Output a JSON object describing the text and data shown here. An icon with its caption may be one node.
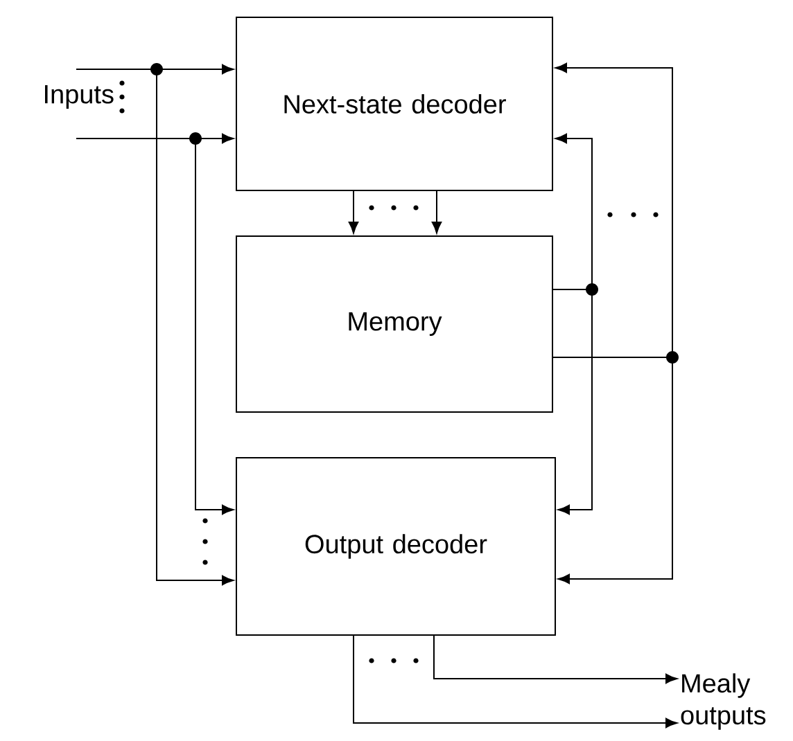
{
  "diagram": {
    "nodes": [
      {
        "text": [
          "Next-state decoder"
        ]
      },
      {
        "text": [
          "Memory"
        ]
      },
      {
        "text": [
          "Output decoder"
        ]
      },
      {
        "text": [
          "Mealy outputs"
        ]
      }
    ],
    "edges": [
      {
        "from": null,
        "to": 0,
        "arrow": "to"
      },
      {
        "from": null,
        "to": 2,
        "arrow": "to"
      },
      {
        "from": null,
        "to": 0,
        "arrow": "to"
      },
      {
        "from": null,
        "to": 2,
        "arrow": "to"
      },
      {
        "from": 0,
        "to": 1,
        "arrow": "to"
      },
      {
        "from": 0,
        "to": 1,
        "arrow": "to"
      },
      {
        "from": 1,
        "to": 0,
        "arrow": "to"
      },
      {
        "from": 1,
        "to": 2,
        "arrow": "to"
      },
      {
        "from": 1,
        "to": 0,
        "arrow": "to"
      },
      {
        "from": 1,
        "to": 2,
        "arrow": "to"
      },
      {
        "from": 2,
        "to": 3,
        "arrow": "to"
      },
      {
        "from": 2,
        "to": 3,
        "arrow": "to"
      }
    ],
    "labels": [
      "Inputs"
    ]
  }
}
